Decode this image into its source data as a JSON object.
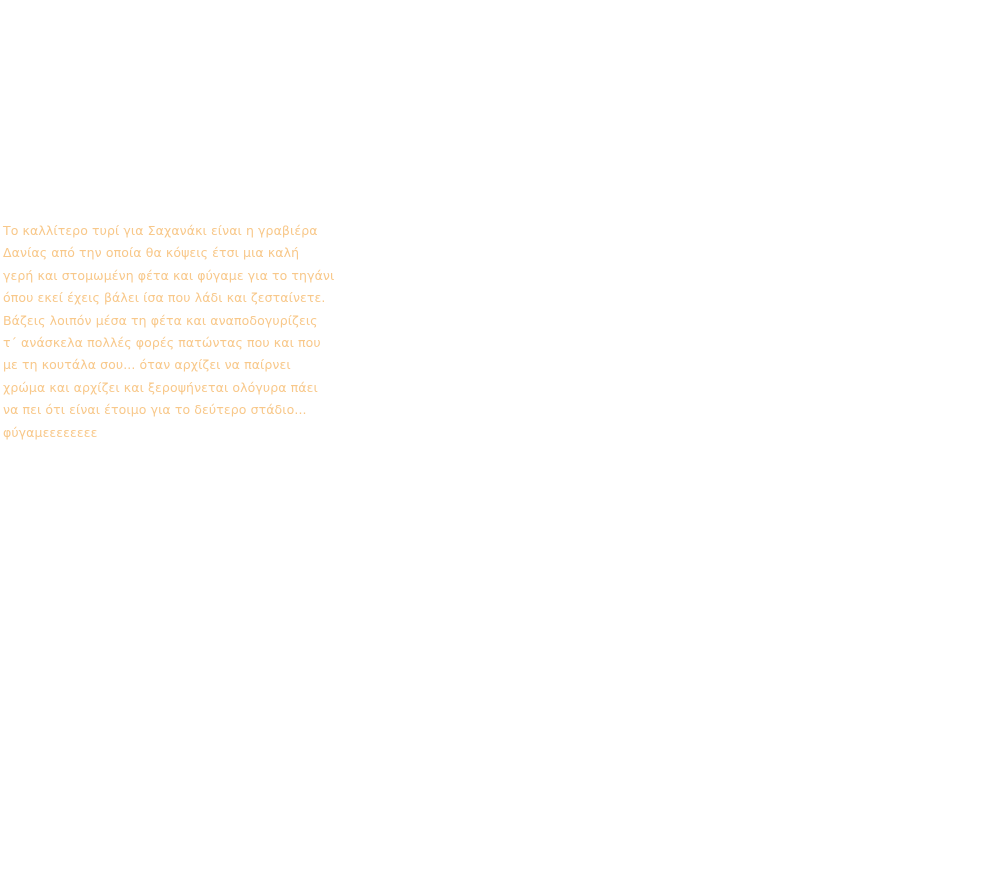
{
  "text_color": "#f8c88a",
  "paragraph": {
    "lines": [
      "Το καλλίτερο τυρί για Σαχανάκι είναι η γραβιέρα",
      "Δανίας από την οποία θα κόψεις έτσι μια καλή",
      "γερή και στομωμένη φέτα και φύγαμε για το τηγάνι",
      "όπου εκεί έχεις βάλει ίσα που λάδι και ζεσταίνετε.",
      "Βάζεις λοιπόν μέσα τη φέτα και αναποδογυρίζεις",
      "τ΄ ανάσκελα πολλές φορές πατώντας που και που",
      "με τη κουτάλα σου... όταν αρχίζει να παίρνει",
      "χρώμα και αρχίζει και ξεροψήνεται ολόγυρα πάει",
      "να πει ότι είναι έτοιμο για το δεύτερο στάδιο...",
      "φύγαμεεεεεεεε"
    ]
  }
}
